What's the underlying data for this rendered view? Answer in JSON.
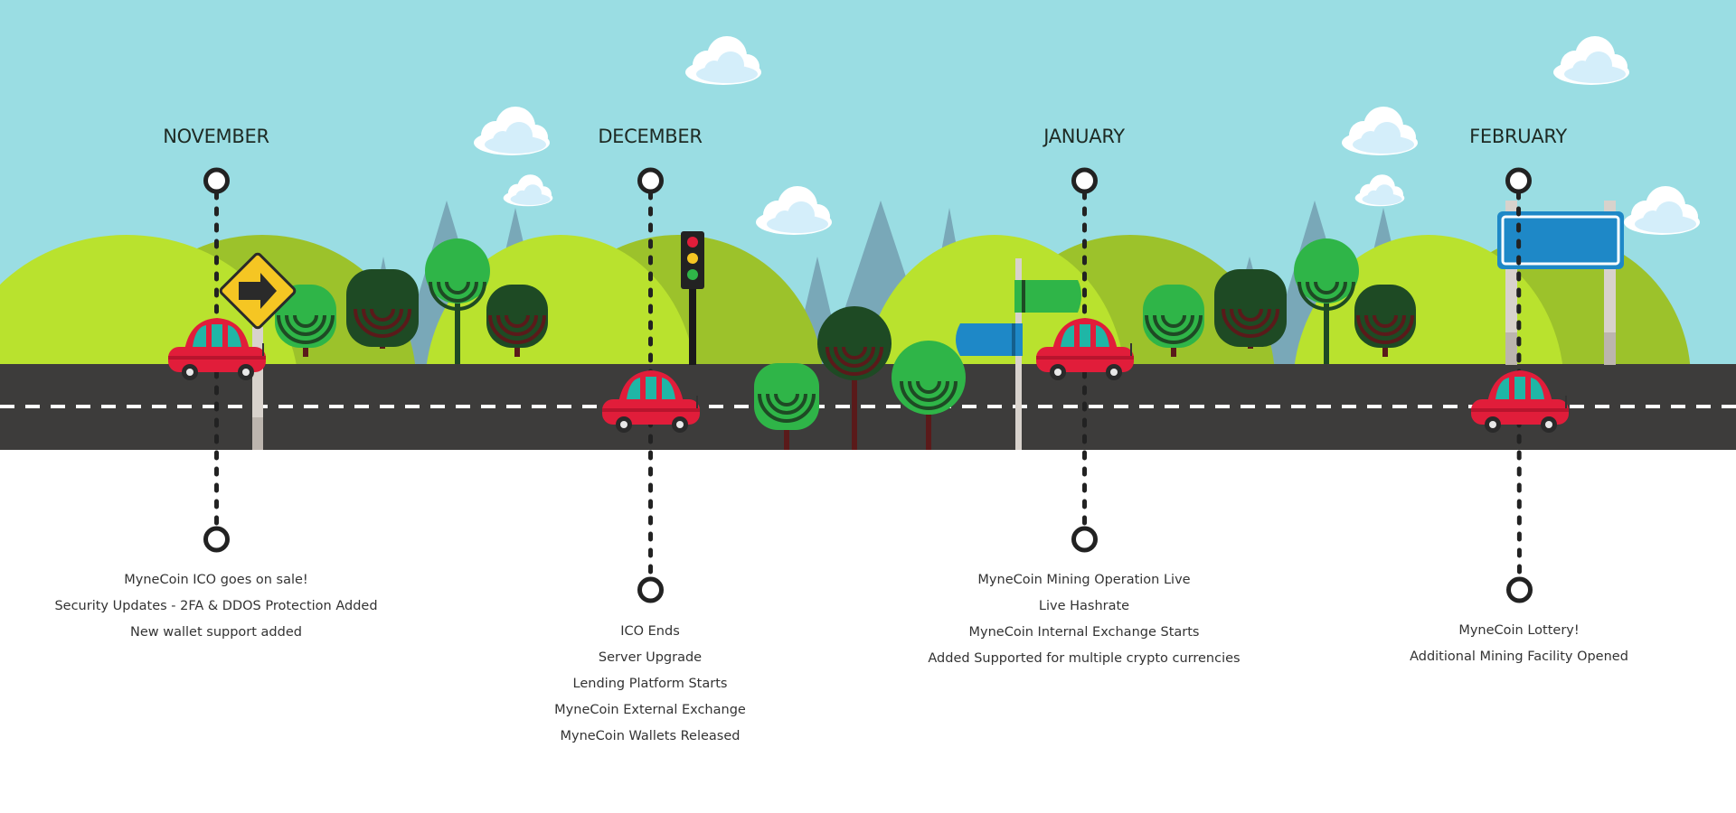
{
  "colors": {
    "sky": "#9adde3",
    "road": "#3d3c3b",
    "hill_light": "#b9e22e",
    "hill_dark": "#9cc22b",
    "mountain": "#79a8b8",
    "car": "#e11d3a",
    "tree_light": "#2fb548",
    "tree_dark": "#1e4a24",
    "sign_yellow": "#f5c623",
    "sign_blue": "#1e88c7"
  },
  "milestones": [
    {
      "month": "NOVEMBER",
      "events": [
        "MyneCoin ICO goes on sale!",
        "Security Updates - 2FA & DDOS Protection Added",
        "New wallet support added"
      ]
    },
    {
      "month": "DECEMBER",
      "events": [
        "ICO Ends",
        "Server Upgrade",
        "Lending Platform Starts",
        "MyneCoin External Exchange",
        "MyneCoin Wallets Released"
      ]
    },
    {
      "month": "JANUARY",
      "events": [
        "MyneCoin Mining Operation Live",
        "Live Hashrate",
        "MyneCoin Internal Exchange Starts",
        "Added Supported for multiple crypto currencies"
      ]
    },
    {
      "month": "FEBRUARY",
      "events": [
        "MyneCoin Lottery!",
        "Additional Mining Facility Opened"
      ]
    }
  ],
  "icons": {
    "clouds": "cloud-icon",
    "car": "car-icon",
    "arrow_sign": "arrow-sign-icon",
    "traffic_light": "traffic-light-icon",
    "direction_sign": "direction-sign-icon",
    "billboard": "billboard-icon",
    "tree": "tree-icon",
    "mountain": "mountain-icon"
  }
}
